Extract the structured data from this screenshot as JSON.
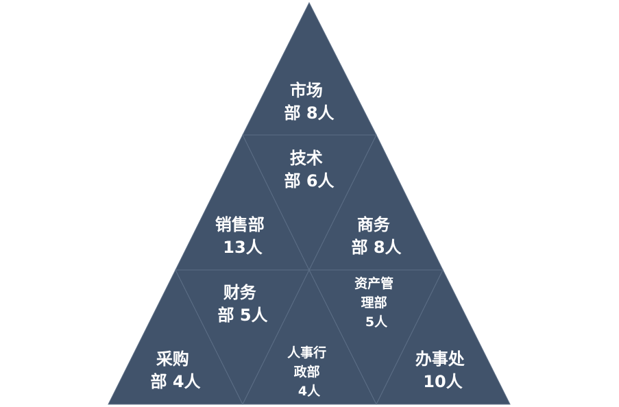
{
  "segments": [
    {
      "id": "market",
      "lines": [
        "市场",
        "部 8人"
      ]
    },
    {
      "id": "tech",
      "lines": [
        "技术",
        "部 6人"
      ]
    },
    {
      "id": "sales",
      "lines": [
        "销售部",
        "13人"
      ]
    },
    {
      "id": "business",
      "lines": [
        "商务",
        "部 8人"
      ]
    },
    {
      "id": "finance",
      "lines": [
        "财务",
        "部 5人"
      ]
    },
    {
      "id": "asset-mgmt",
      "lines": [
        "资产管",
        "理部",
        "5人"
      ]
    },
    {
      "id": "purchasing",
      "lines": [
        "采购",
        "部 4人"
      ]
    },
    {
      "id": "hr-admin",
      "lines": [
        "人事行",
        "政部",
        "4人"
      ]
    },
    {
      "id": "office",
      "lines": [
        "办事处",
        "10人"
      ]
    }
  ],
  "colors": {
    "fill": "#41536b",
    "edge": "#5c6e86",
    "text": "#ffffff"
  }
}
